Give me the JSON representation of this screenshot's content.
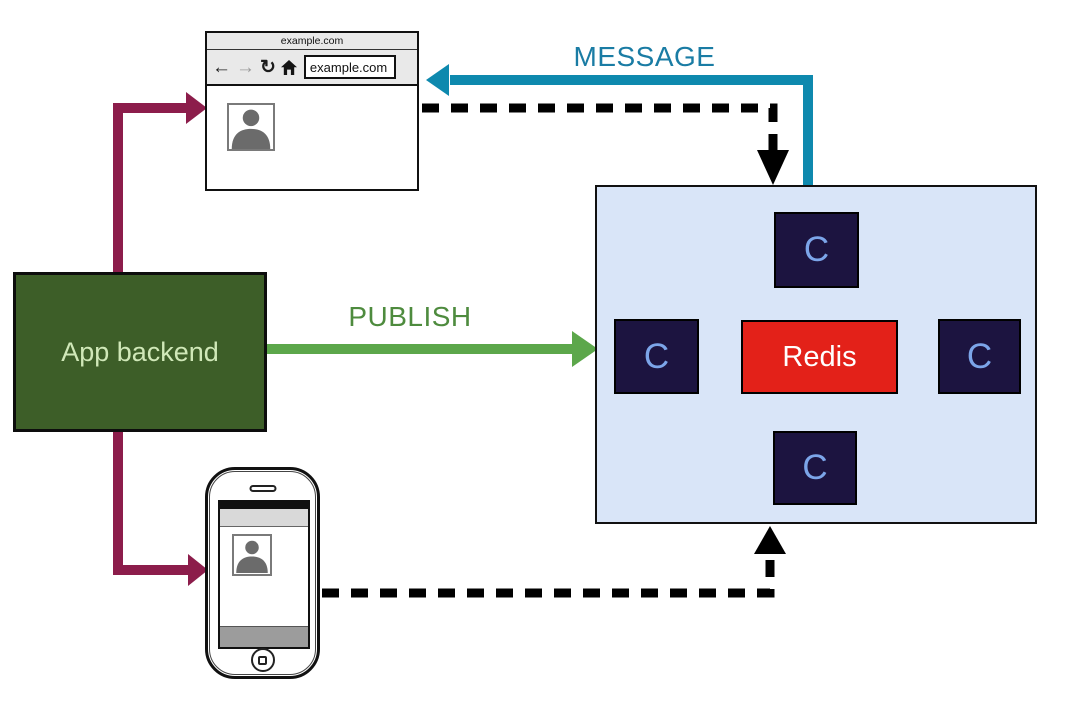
{
  "browser": {
    "window_title": "example.com",
    "address_value": "example.com",
    "toolbar": {
      "back_glyph": "←",
      "forward_glyph": "→",
      "refresh_glyph": "↻"
    }
  },
  "backend": {
    "label": "App backend"
  },
  "flows": {
    "publish_label": "PUBLISH",
    "message_label": "MESSAGE"
  },
  "cluster": {
    "redis_label": "Redis",
    "clients": [
      "C",
      "C",
      "C",
      "C"
    ]
  },
  "colors": {
    "backend_fill": "#3d5e28",
    "backend_text": "#d0e8b8",
    "maroon_arrow": "#8c1d4b",
    "publish_arrow": "#5ca74b",
    "publish_text": "#4e8b3e",
    "message_arrow": "#0e89ae",
    "message_text": "#1a7ca4",
    "cluster_fill": "#d9e5f8",
    "client_fill": "#1c1440",
    "client_text": "#7ca5e9",
    "redis_fill": "#e32119",
    "redis_text": "#ffffff",
    "dashed_arrow": "#000000"
  }
}
